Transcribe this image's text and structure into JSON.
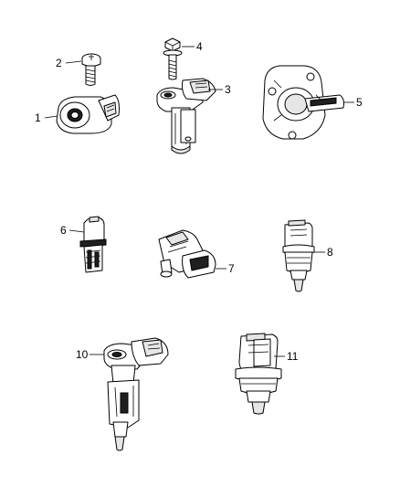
{
  "diagram": {
    "parts": [
      {
        "id": "p1",
        "callout": "1",
        "icon": "knock-sensor-icon"
      },
      {
        "id": "p2",
        "callout": "2",
        "icon": "bolt-icon"
      },
      {
        "id": "p3",
        "callout": "3",
        "icon": "speed-sensor-icon"
      },
      {
        "id": "p4",
        "callout": "4",
        "icon": "bolt-icon"
      },
      {
        "id": "p5",
        "callout": "5",
        "icon": "position-sensor-icon"
      },
      {
        "id": "p6",
        "callout": "6",
        "icon": "temperature-sensor-icon"
      },
      {
        "id": "p7",
        "callout": "7",
        "icon": "pressure-sensor-icon"
      },
      {
        "id": "p8",
        "callout": "8",
        "icon": "temperature-sensor-icon"
      },
      {
        "id": "p10",
        "callout": "10",
        "icon": "speed-sensor-icon"
      },
      {
        "id": "p11",
        "callout": "11",
        "icon": "pressure-switch-icon"
      }
    ]
  }
}
